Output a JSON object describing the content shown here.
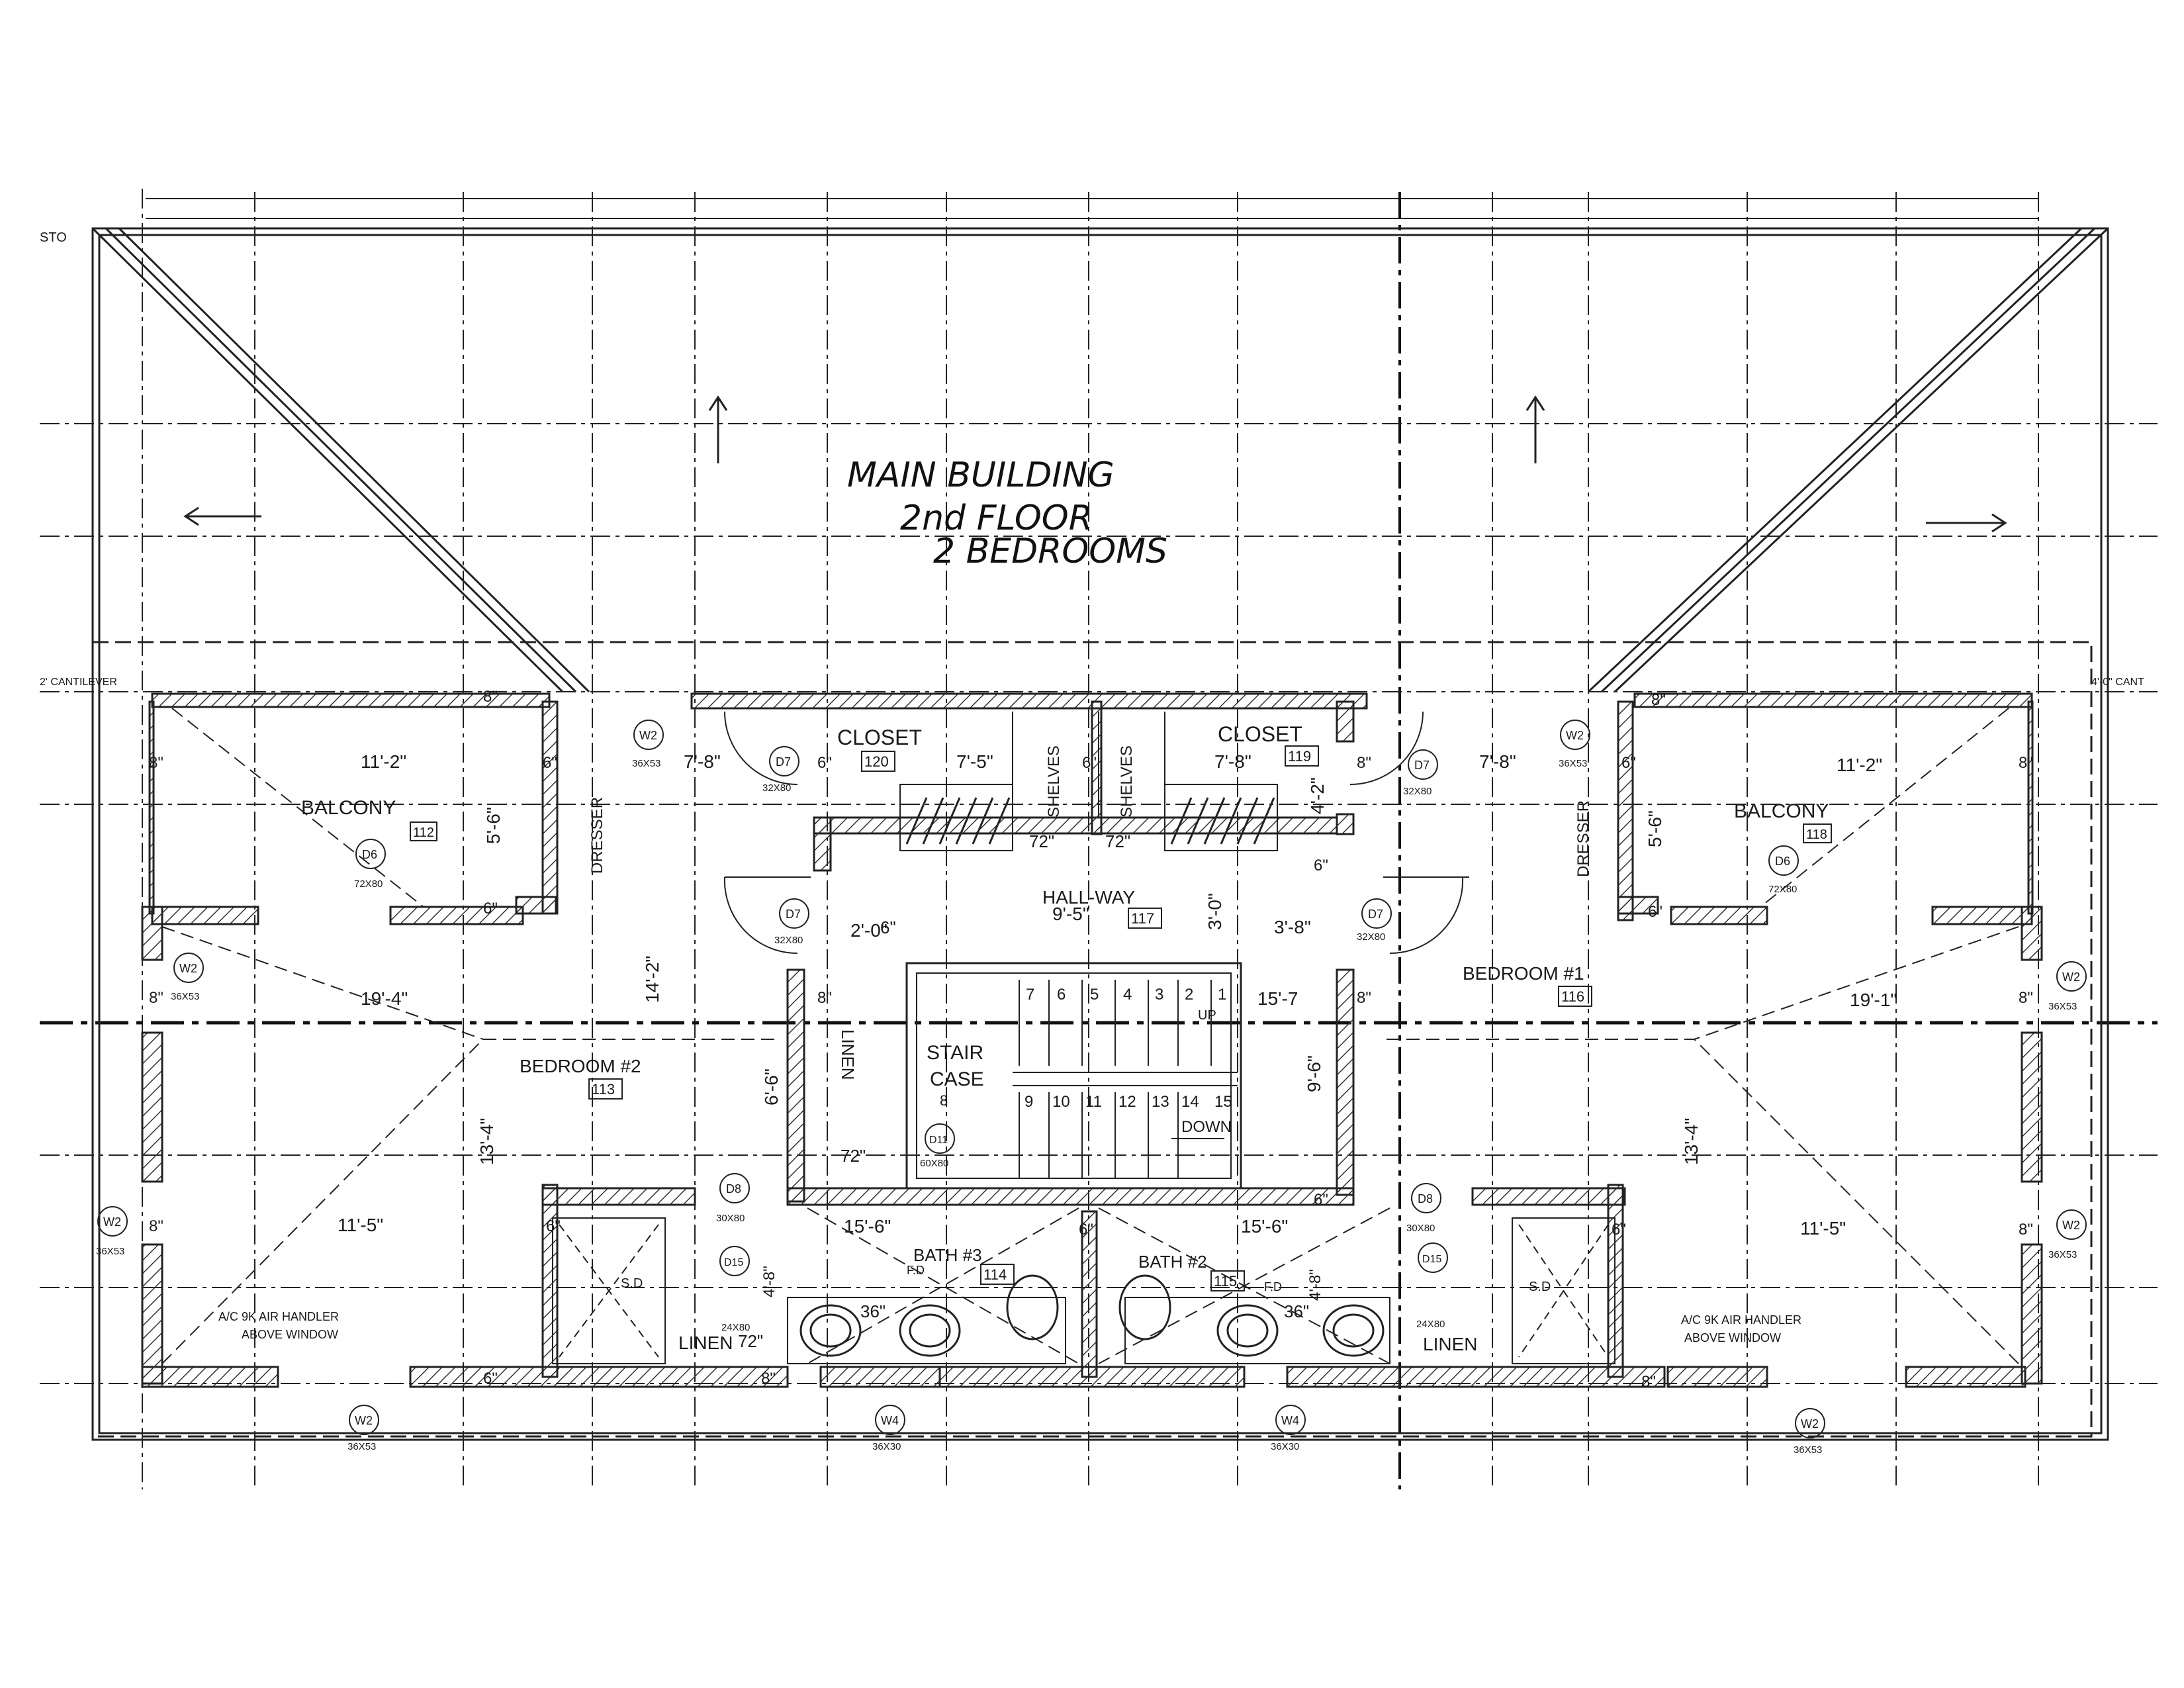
{
  "title": {
    "line1": "MAIN BUILDING",
    "line2": "2nd FLOOR",
    "line3": "2 BEDROOMS"
  },
  "edge_notes": {
    "top_left": "STO",
    "left_cantilever": "2' CANTILEVER",
    "right_cantilever": "4'-0\" CANT"
  },
  "rooms": {
    "balcony_left": {
      "name": "BALCONY",
      "num": "112"
    },
    "balcony_right": {
      "name": "BALCONY",
      "num": "118"
    },
    "closet_left": {
      "name": "CLOSET",
      "num": "120"
    },
    "closet_right": {
      "name": "CLOSET",
      "num": "119"
    },
    "hallway": {
      "name": "HALL-WAY",
      "num": "117"
    },
    "bedroom2": {
      "name": "BEDROOM #2",
      "num": "113"
    },
    "bedroom1": {
      "name": "BEDROOM #1",
      "num": "116"
    },
    "bath3": {
      "name": "BATH #3",
      "num": "114"
    },
    "bath2": {
      "name": "BATH #2",
      "num": "115"
    },
    "stair": {
      "line1": "STAIR",
      "line2": "CASE"
    }
  },
  "labels": {
    "dresser": "DRESSER",
    "shelves": "SHELVES",
    "linen": "LINEN",
    "sd": "S.D",
    "fd": "F.D",
    "up": "UP",
    "down": "DOWN",
    "air_handler_line1": "A/C 9K AIR HANDLER",
    "air_handler_line2": "ABOVE WINDOW"
  },
  "stair_numbers_top": [
    "7",
    "6",
    "5",
    "4",
    "3",
    "2",
    "1"
  ],
  "stair_numbers_bottom": [
    "9",
    "10",
    "11",
    "12",
    "13",
    "14",
    "15"
  ],
  "stair_landing": "8",
  "dimensions": {
    "d_8a": "8\"",
    "d_6a": "6\"",
    "d_11_2_l": "11'-2\"",
    "d_11_2_r": "11'-2\"",
    "d_7_8_a": "7'-8\"",
    "d_7_5": "7'-5\"",
    "d_7_8_b": "7'-8\"",
    "d_7_8_c": "7'-8\"",
    "d_5_6_l": "5'-6\"",
    "d_5_6_r": "5'-6\"",
    "d_4_2": "4'-2\"",
    "d_72_a": "72\"",
    "d_72_b": "72\"",
    "d_72_c": "72\"",
    "d_14_2": "14'-2\"",
    "d_3_0": "3'-0\"",
    "d_9_5": "9'-5\"",
    "d_2_0": "2'-0\"",
    "d_3_8": "3'-8\"",
    "d_19_4": "19'-4\"",
    "d_19_1": "19'-1\"",
    "d_15_7": "15'-7",
    "d_6_6": "6'-6\"",
    "d_9_6": "9'-6\"",
    "d_13_4_l": "13'-4\"",
    "d_13_4_r": "13'-4\"",
    "d_11_5_l": "11'-5\"",
    "d_11_5_r": "11'-5\"",
    "d_15_6_l": "15'-6\"",
    "d_15_6_r": "15'-6\"",
    "d_4_8_l": "4'-8\"",
    "d_4_8_r": "4'-8\"",
    "d_36_l": "36\"",
    "d_36_r": "36\"",
    "d_6in": "6\"",
    "d_8in": "8\""
  },
  "tags": {
    "w2": "W2",
    "w4": "W4",
    "d6": "D6",
    "d7": "D7",
    "d8": "D8",
    "d11": "D11",
    "d15": "D15",
    "w2_size": "36X53",
    "w4_size": "36X30",
    "d6_size": "72X80",
    "d7_size": "32X80",
    "d8_size": "30X80",
    "d11_size": "60X80",
    "d15_size": "24X80"
  },
  "colors": {
    "ink": "#1a1a1a",
    "paper": "#ffffff",
    "hatch": "#333333"
  }
}
